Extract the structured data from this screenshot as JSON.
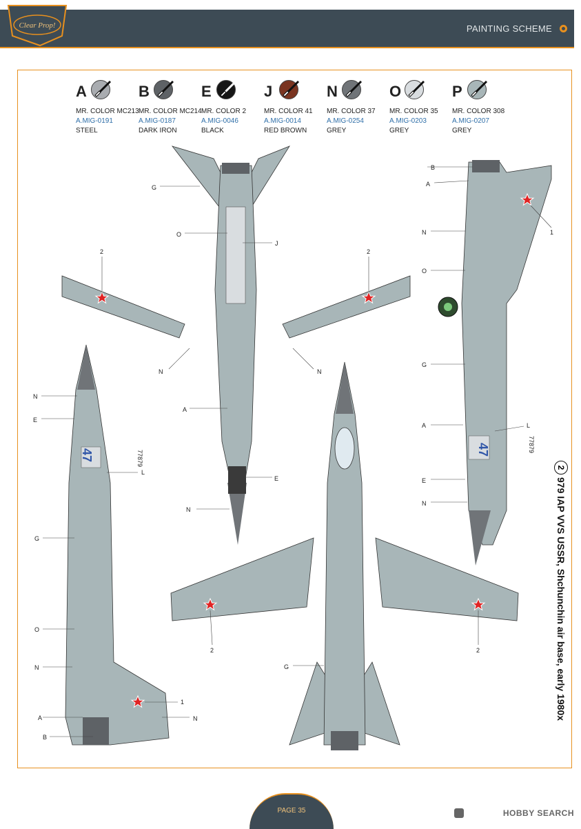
{
  "header": {
    "logo_text": "Clear Prop!",
    "title": "PAINTING SCHEME",
    "colors": {
      "bar": "#3d4b55",
      "accent": "#e8901e"
    }
  },
  "paints": [
    {
      "letter": "A",
      "mr_color": "MR. COLOR MC213",
      "amig": "A.MIG-0191",
      "name": "STEEL",
      "hex": "#a9acb0"
    },
    {
      "letter": "B",
      "mr_color": "MR. COLOR MC214",
      "amig": "A.MIG-0187",
      "name": "DARK IRON",
      "hex": "#5e6266"
    },
    {
      "letter": "E",
      "mr_color": "MR. COLOR 2",
      "amig": "A.MIG-0046",
      "name": "BLACK",
      "hex": "#161616"
    },
    {
      "letter": "J",
      "mr_color": "MR. COLOR 41",
      "amig": "A.MIG-0014",
      "name": "RED BROWN",
      "hex": "#7a3420"
    },
    {
      "letter": "N",
      "mr_color": "MR. COLOR 37",
      "amig": "A.MIG-0254",
      "name": "GREY",
      "hex": "#707478"
    },
    {
      "letter": "O",
      "mr_color": "MR. COLOR 35",
      "amig": "A.MIG-0203",
      "name": "GREY",
      "hex": "#d9dde0"
    },
    {
      "letter": "P",
      "mr_color": "MR. COLOR 308",
      "amig": "A.MIG-0207",
      "name": "GREY",
      "hex": "#a8b6b8"
    }
  ],
  "scheme": {
    "number": "2",
    "title": "979 IAP VVS USSR, Shchunchin air base, early 1980x",
    "aircraft_number": "47",
    "stencil": "77879"
  },
  "callouts": {
    "g": "G",
    "o": "O",
    "j": "J",
    "n": "N",
    "a": "A",
    "e": "E",
    "l": "L",
    "b": "B",
    "one": "1",
    "two": "2"
  },
  "footer": {
    "page": "PAGE 35",
    "watermark": "HOBBY SEARCH"
  }
}
